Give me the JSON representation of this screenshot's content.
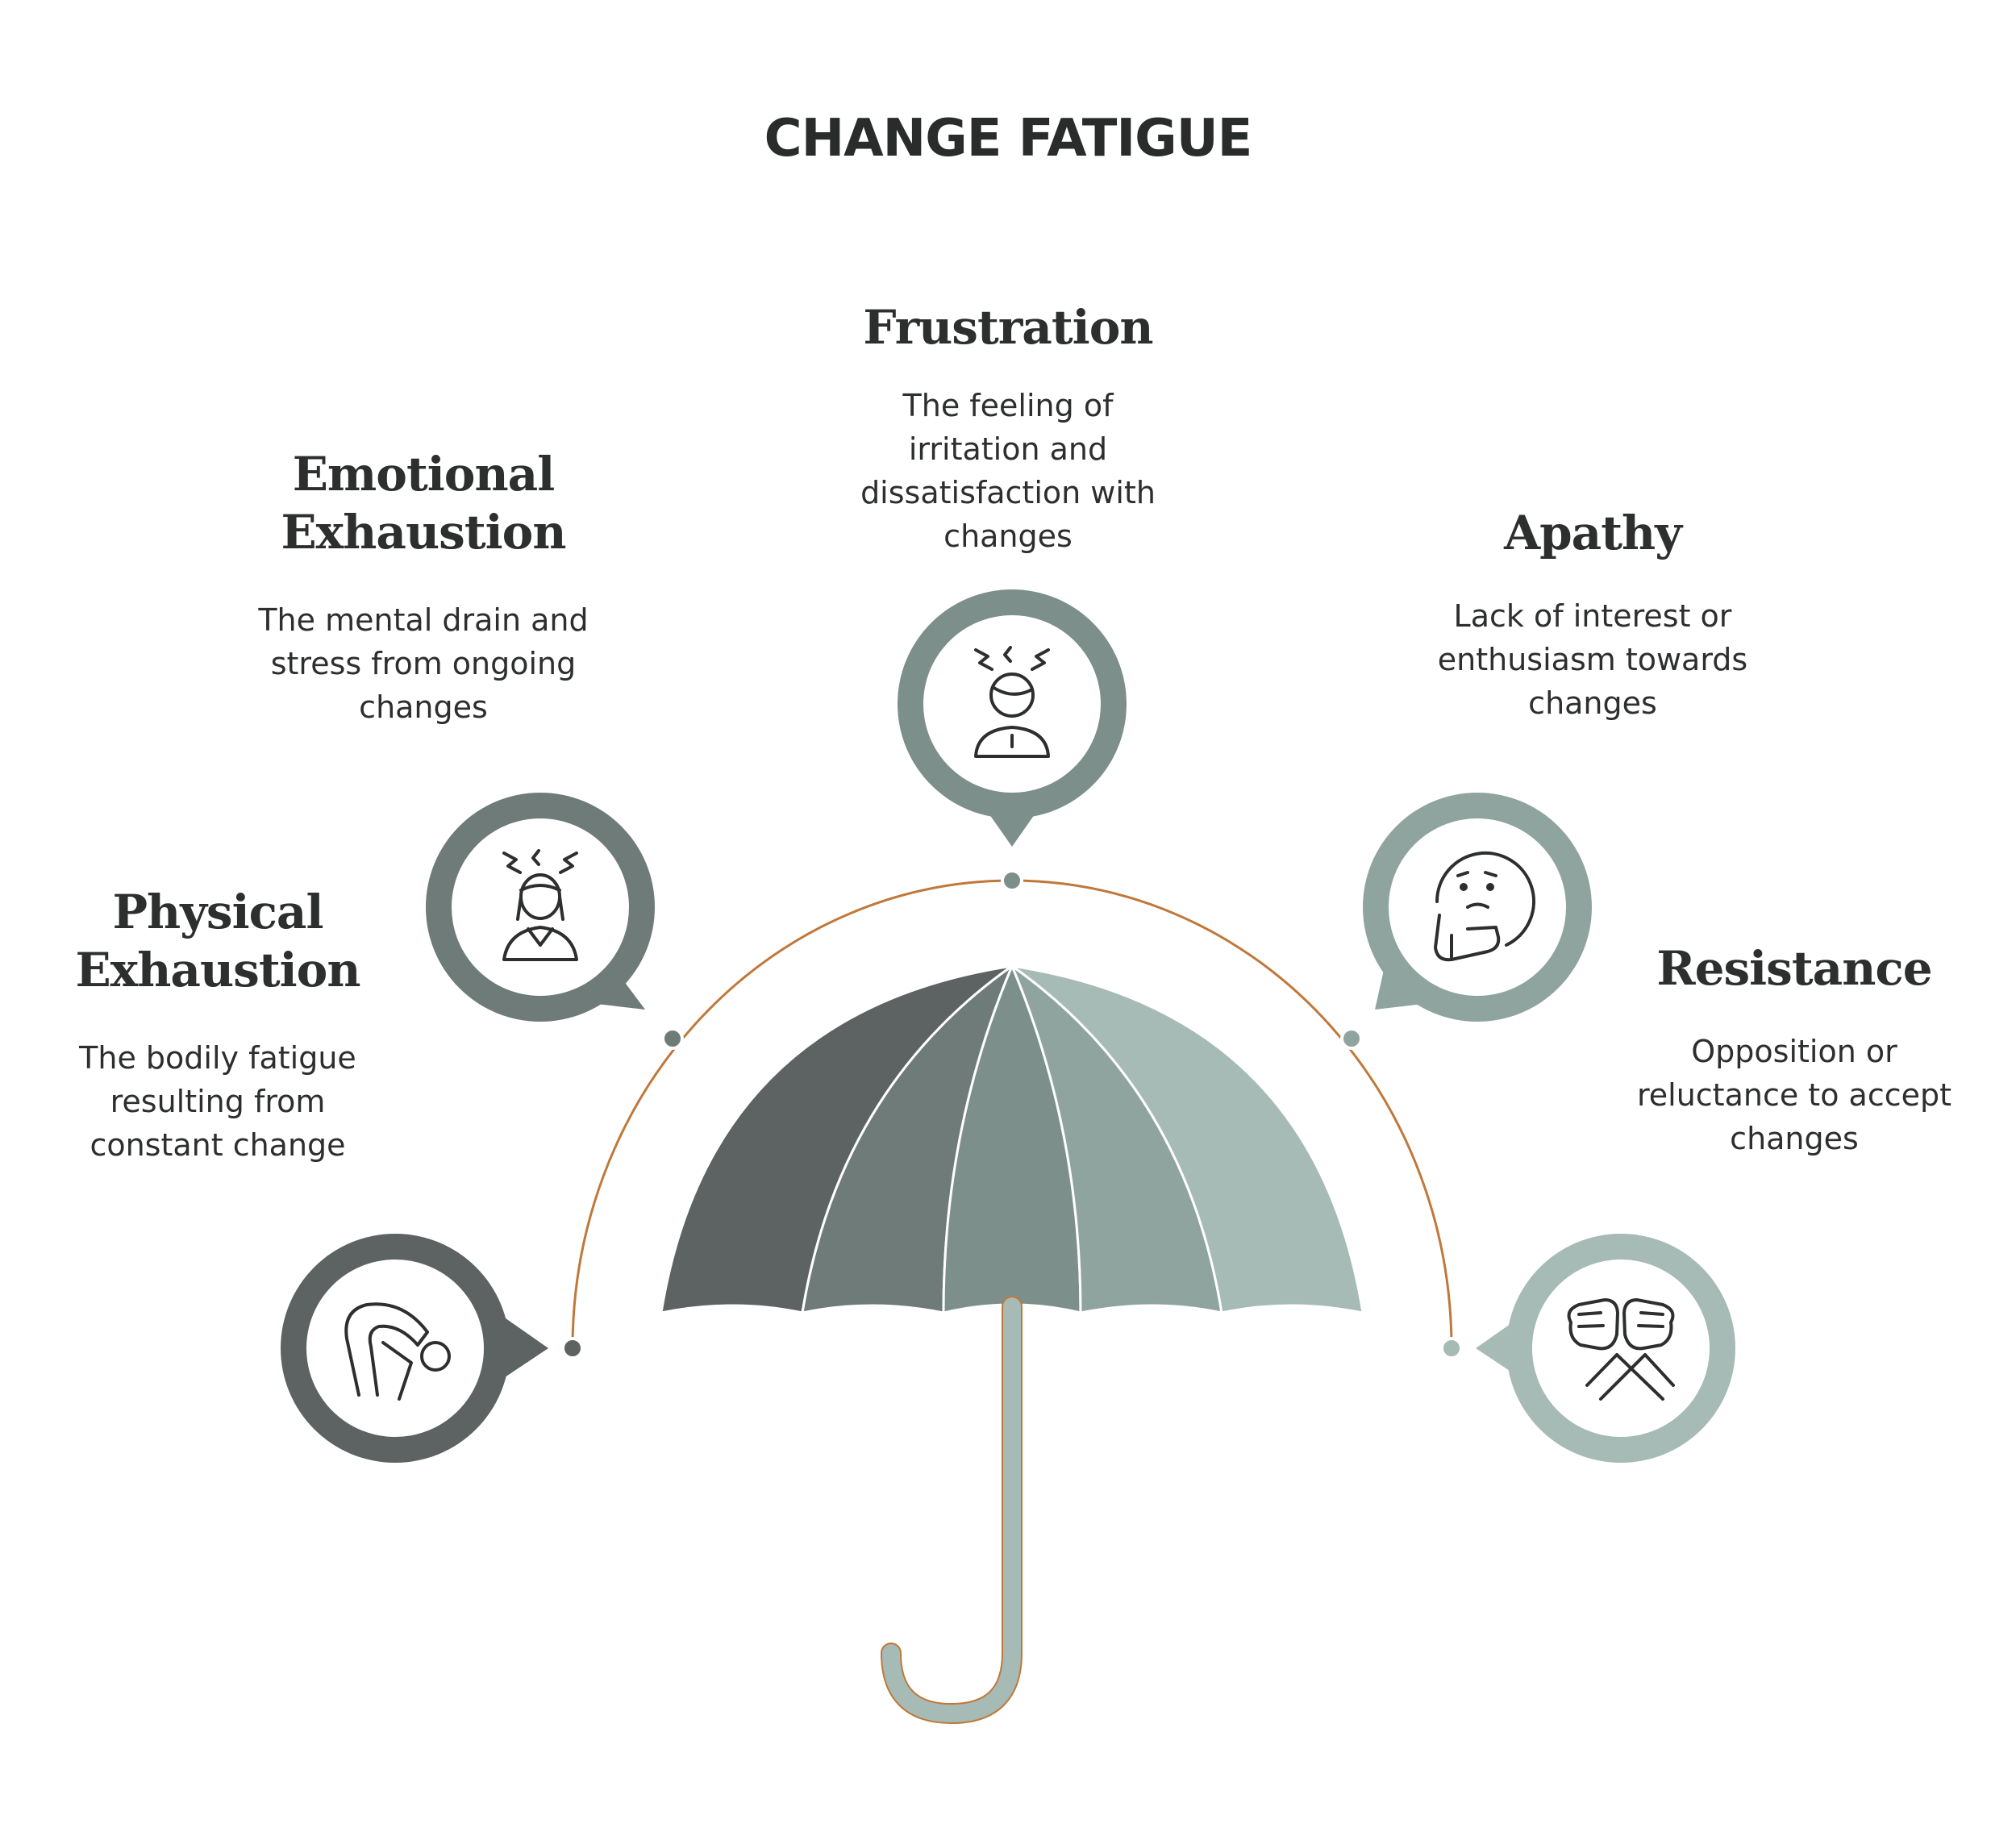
{
  "title": "CHANGE FATIGUE",
  "items": [
    {
      "heading_lines": [
        "Physical",
        "Exhaustion"
      ],
      "desc_lines": [
        "The bodily fatigue",
        "resulting from",
        "constant change"
      ],
      "icon": "bent-over-person-icon",
      "color": "#5c6362"
    },
    {
      "heading_lines": [
        "Emotional",
        "Exhaustion"
      ],
      "desc_lines": [
        "The mental drain and",
        "stress from ongoing",
        "changes"
      ],
      "icon": "stressed-woman-icon",
      "color": "#6e7b79"
    },
    {
      "heading_lines": [
        "Frustration"
      ],
      "desc_lines": [
        "The feeling of",
        "irritation and",
        "dissatisfaction with",
        "changes"
      ],
      "icon": "frustrated-person-icon",
      "color": "#7c8f8b"
    },
    {
      "heading_lines": [
        "Apathy"
      ],
      "desc_lines": [
        "Lack of interest or",
        "enthusiasm towards",
        "changes"
      ],
      "icon": "thinking-face-icon",
      "color": "#8fa49f"
    },
    {
      "heading_lines": [
        "Resistance"
      ],
      "desc_lines": [
        "Opposition or",
        "reluctance to accept",
        "changes"
      ],
      "icon": "crossed-arms-icon",
      "color": "#a6bab6"
    }
  ],
  "colors": {
    "arc": "#c0783a",
    "handle": "#a6bab6",
    "text": "#2d2e2e",
    "canopy": [
      "#5c6362",
      "#6e7b79",
      "#7c8f8b",
      "#8fa49f",
      "#a6bab6"
    ]
  }
}
